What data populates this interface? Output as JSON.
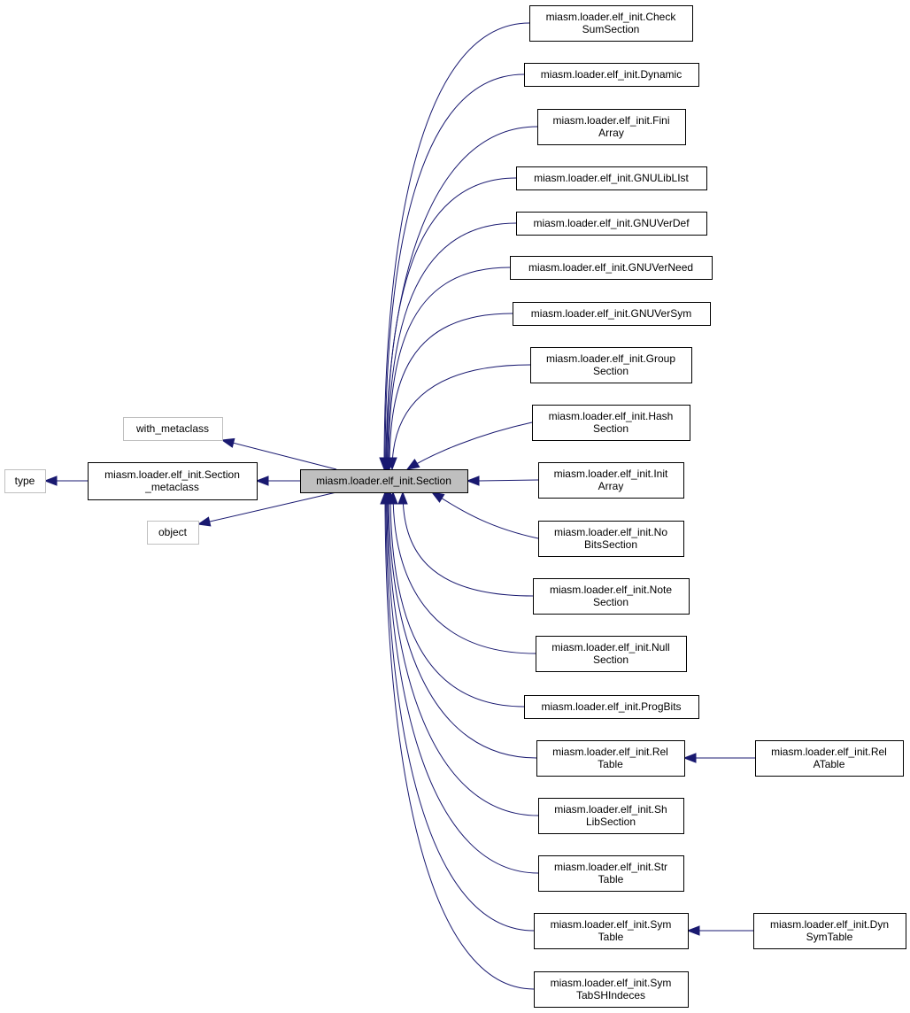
{
  "diagram": {
    "nodes": [
      {
        "id": "type",
        "lines": [
          "type"
        ],
        "style": "external"
      },
      {
        "id": "with_metaclass",
        "lines": [
          "with_metaclass"
        ],
        "style": "external"
      },
      {
        "id": "object",
        "lines": [
          "object"
        ],
        "style": "external"
      },
      {
        "id": "section_metaclass",
        "lines": [
          "miasm.loader.elf_init.Section",
          "_metaclass"
        ],
        "style": "normal"
      },
      {
        "id": "section",
        "lines": [
          "miasm.loader.elf_init.Section"
        ],
        "style": "focus"
      },
      {
        "id": "checksum",
        "lines": [
          "miasm.loader.elf_init.Check",
          "SumSection"
        ],
        "style": "normal"
      },
      {
        "id": "dynamic",
        "lines": [
          "miasm.loader.elf_init.Dynamic"
        ],
        "style": "normal"
      },
      {
        "id": "finiarray",
        "lines": [
          "miasm.loader.elf_init.Fini",
          "Array"
        ],
        "style": "normal"
      },
      {
        "id": "gnuliblist",
        "lines": [
          "miasm.loader.elf_init.GNULibLIst"
        ],
        "style": "normal"
      },
      {
        "id": "gnuverdef",
        "lines": [
          "miasm.loader.elf_init.GNUVerDef"
        ],
        "style": "normal"
      },
      {
        "id": "gnuverneed",
        "lines": [
          "miasm.loader.elf_init.GNUVerNeed"
        ],
        "style": "normal"
      },
      {
        "id": "gnuversym",
        "lines": [
          "miasm.loader.elf_init.GNUVerSym"
        ],
        "style": "normal"
      },
      {
        "id": "group",
        "lines": [
          "miasm.loader.elf_init.Group",
          "Section"
        ],
        "style": "normal"
      },
      {
        "id": "hash",
        "lines": [
          "miasm.loader.elf_init.Hash",
          "Section"
        ],
        "style": "normal"
      },
      {
        "id": "initarray",
        "lines": [
          "miasm.loader.elf_init.Init",
          "Array"
        ],
        "style": "normal"
      },
      {
        "id": "nobits",
        "lines": [
          "miasm.loader.elf_init.No",
          "BitsSection"
        ],
        "style": "normal"
      },
      {
        "id": "note",
        "lines": [
          "miasm.loader.elf_init.Note",
          "Section"
        ],
        "style": "normal"
      },
      {
        "id": "null",
        "lines": [
          "miasm.loader.elf_init.Null",
          "Section"
        ],
        "style": "normal"
      },
      {
        "id": "progbits",
        "lines": [
          "miasm.loader.elf_init.ProgBits"
        ],
        "style": "normal"
      },
      {
        "id": "reltable",
        "lines": [
          "miasm.loader.elf_init.Rel",
          "Table"
        ],
        "style": "normal"
      },
      {
        "id": "shlib",
        "lines": [
          "miasm.loader.elf_init.Sh",
          "LibSection"
        ],
        "style": "normal"
      },
      {
        "id": "strtable",
        "lines": [
          "miasm.loader.elf_init.Str",
          "Table"
        ],
        "style": "normal"
      },
      {
        "id": "symtable",
        "lines": [
          "miasm.loader.elf_init.Sym",
          "Table"
        ],
        "style": "normal"
      },
      {
        "id": "symtabsh",
        "lines": [
          "miasm.loader.elf_init.Sym",
          "TabSHIndeces"
        ],
        "style": "normal"
      },
      {
        "id": "relatable",
        "lines": [
          "miasm.loader.elf_init.Rel",
          "ATable"
        ],
        "style": "normal"
      },
      {
        "id": "dynsymtable",
        "lines": [
          "miasm.loader.elf_init.Dyn",
          "SymTable"
        ],
        "style": "normal"
      }
    ],
    "edges": [
      {
        "from": "section_metaclass",
        "to": "type"
      },
      {
        "from": "section",
        "to": "with_metaclass"
      },
      {
        "from": "section",
        "to": "section_metaclass"
      },
      {
        "from": "section",
        "to": "object"
      },
      {
        "from": "checksum",
        "to": "section"
      },
      {
        "from": "dynamic",
        "to": "section"
      },
      {
        "from": "finiarray",
        "to": "section"
      },
      {
        "from": "gnuliblist",
        "to": "section"
      },
      {
        "from": "gnuverdef",
        "to": "section"
      },
      {
        "from": "gnuverneed",
        "to": "section"
      },
      {
        "from": "gnuversym",
        "to": "section"
      },
      {
        "from": "group",
        "to": "section"
      },
      {
        "from": "hash",
        "to": "section"
      },
      {
        "from": "initarray",
        "to": "section"
      },
      {
        "from": "nobits",
        "to": "section"
      },
      {
        "from": "note",
        "to": "section"
      },
      {
        "from": "null",
        "to": "section"
      },
      {
        "from": "progbits",
        "to": "section"
      },
      {
        "from": "reltable",
        "to": "section"
      },
      {
        "from": "shlib",
        "to": "section"
      },
      {
        "from": "strtable",
        "to": "section"
      },
      {
        "from": "symtable",
        "to": "section"
      },
      {
        "from": "symtabsh",
        "to": "section"
      },
      {
        "from": "relatable",
        "to": "reltable"
      },
      {
        "from": "dynsymtable",
        "to": "symtable"
      }
    ],
    "colors": {
      "edge": "#191970",
      "focus_fill": "#bfbfbf",
      "external_border": "#bfbfbf",
      "border": "#000000"
    }
  }
}
